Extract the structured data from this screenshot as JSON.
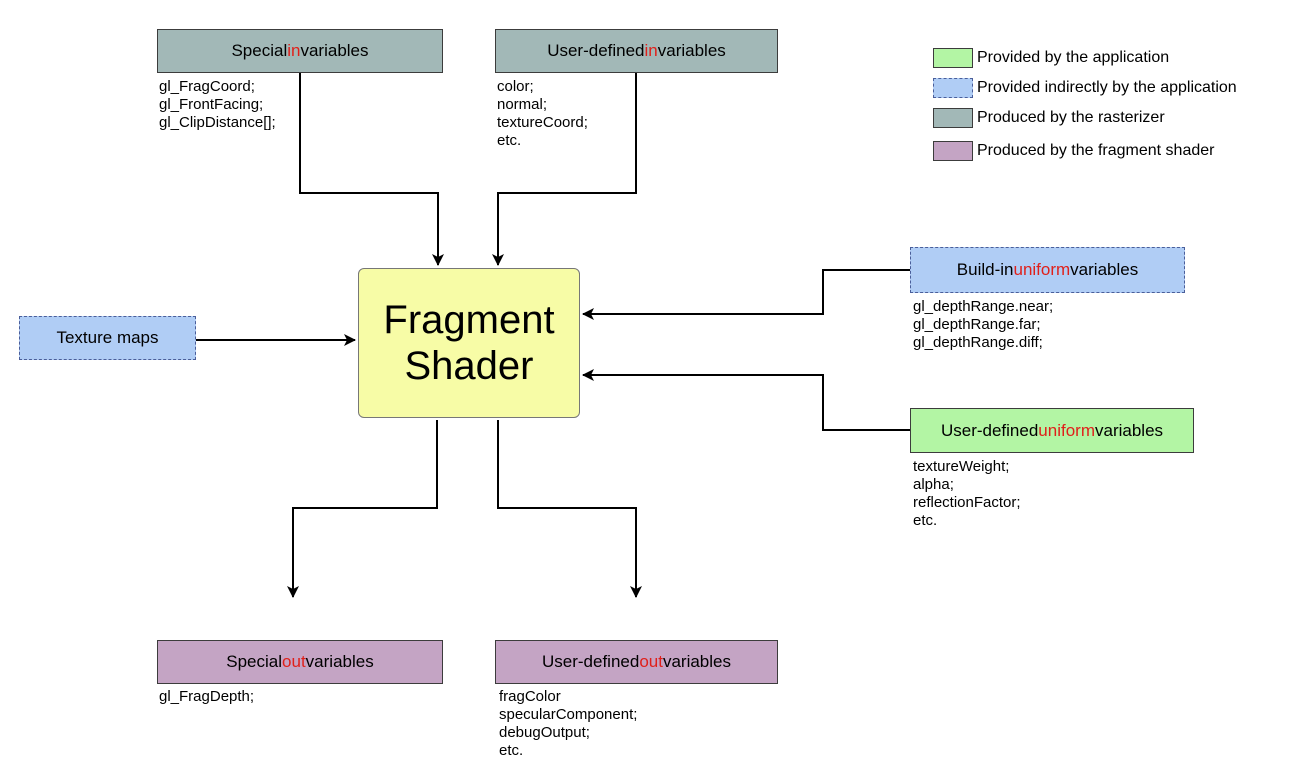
{
  "shader": {
    "line1": "Fragment",
    "line2": "Shader"
  },
  "special_in": {
    "label_pre": "Special ",
    "label_hl": "in",
    "label_post": " variables",
    "items": [
      "gl_FragCoord;",
      "gl_FrontFacing;",
      "gl_ClipDistance[];"
    ]
  },
  "user_in": {
    "label_pre": "User-defined ",
    "label_hl": "in",
    "label_post": " variables",
    "items": [
      "color;",
      "normal;",
      "textureCoord;",
      "etc."
    ]
  },
  "texture_maps": {
    "label": "Texture maps"
  },
  "builtin_uniform": {
    "label_pre": "Build-in ",
    "label_hl": "uniform",
    "label_post": " variables",
    "items": [
      "gl_depthRange.near;",
      "gl_depthRange.far;",
      "gl_depthRange.diff;"
    ]
  },
  "user_uniform": {
    "label_pre": "User-defined ",
    "label_hl": "uniform",
    "label_post": " variables",
    "items": [
      "textureWeight;",
      "alpha;",
      "reflectionFactor;",
      "etc."
    ]
  },
  "special_out": {
    "label_pre": "Special ",
    "label_hl": "out",
    "label_post": " variables",
    "items": [
      "gl_FragDepth;"
    ]
  },
  "user_out": {
    "label_pre": "User-defined ",
    "label_hl": "out",
    "label_post": " variables",
    "items": [
      "fragColor",
      "specularComponent;",
      "debugOutput;",
      "etc."
    ]
  },
  "legend": [
    {
      "label": "Provided by the application",
      "color": "#b3f5a4"
    },
    {
      "label": "Provided indirectly by the application",
      "color": "#b0cdf5"
    },
    {
      "label": "Produced by the rasterizer",
      "color": "#a2b8b7"
    },
    {
      "label": "Produced by the fragment shader",
      "color": "#c4a4c4"
    }
  ],
  "colors": {
    "highlight": "#e0201a",
    "shader_fill": "#f7fca6",
    "application": "#b3f5a4",
    "indirect_application": "#b0cdf5",
    "rasterizer": "#a2b8b7",
    "fragment_shader": "#c4a4c4"
  }
}
